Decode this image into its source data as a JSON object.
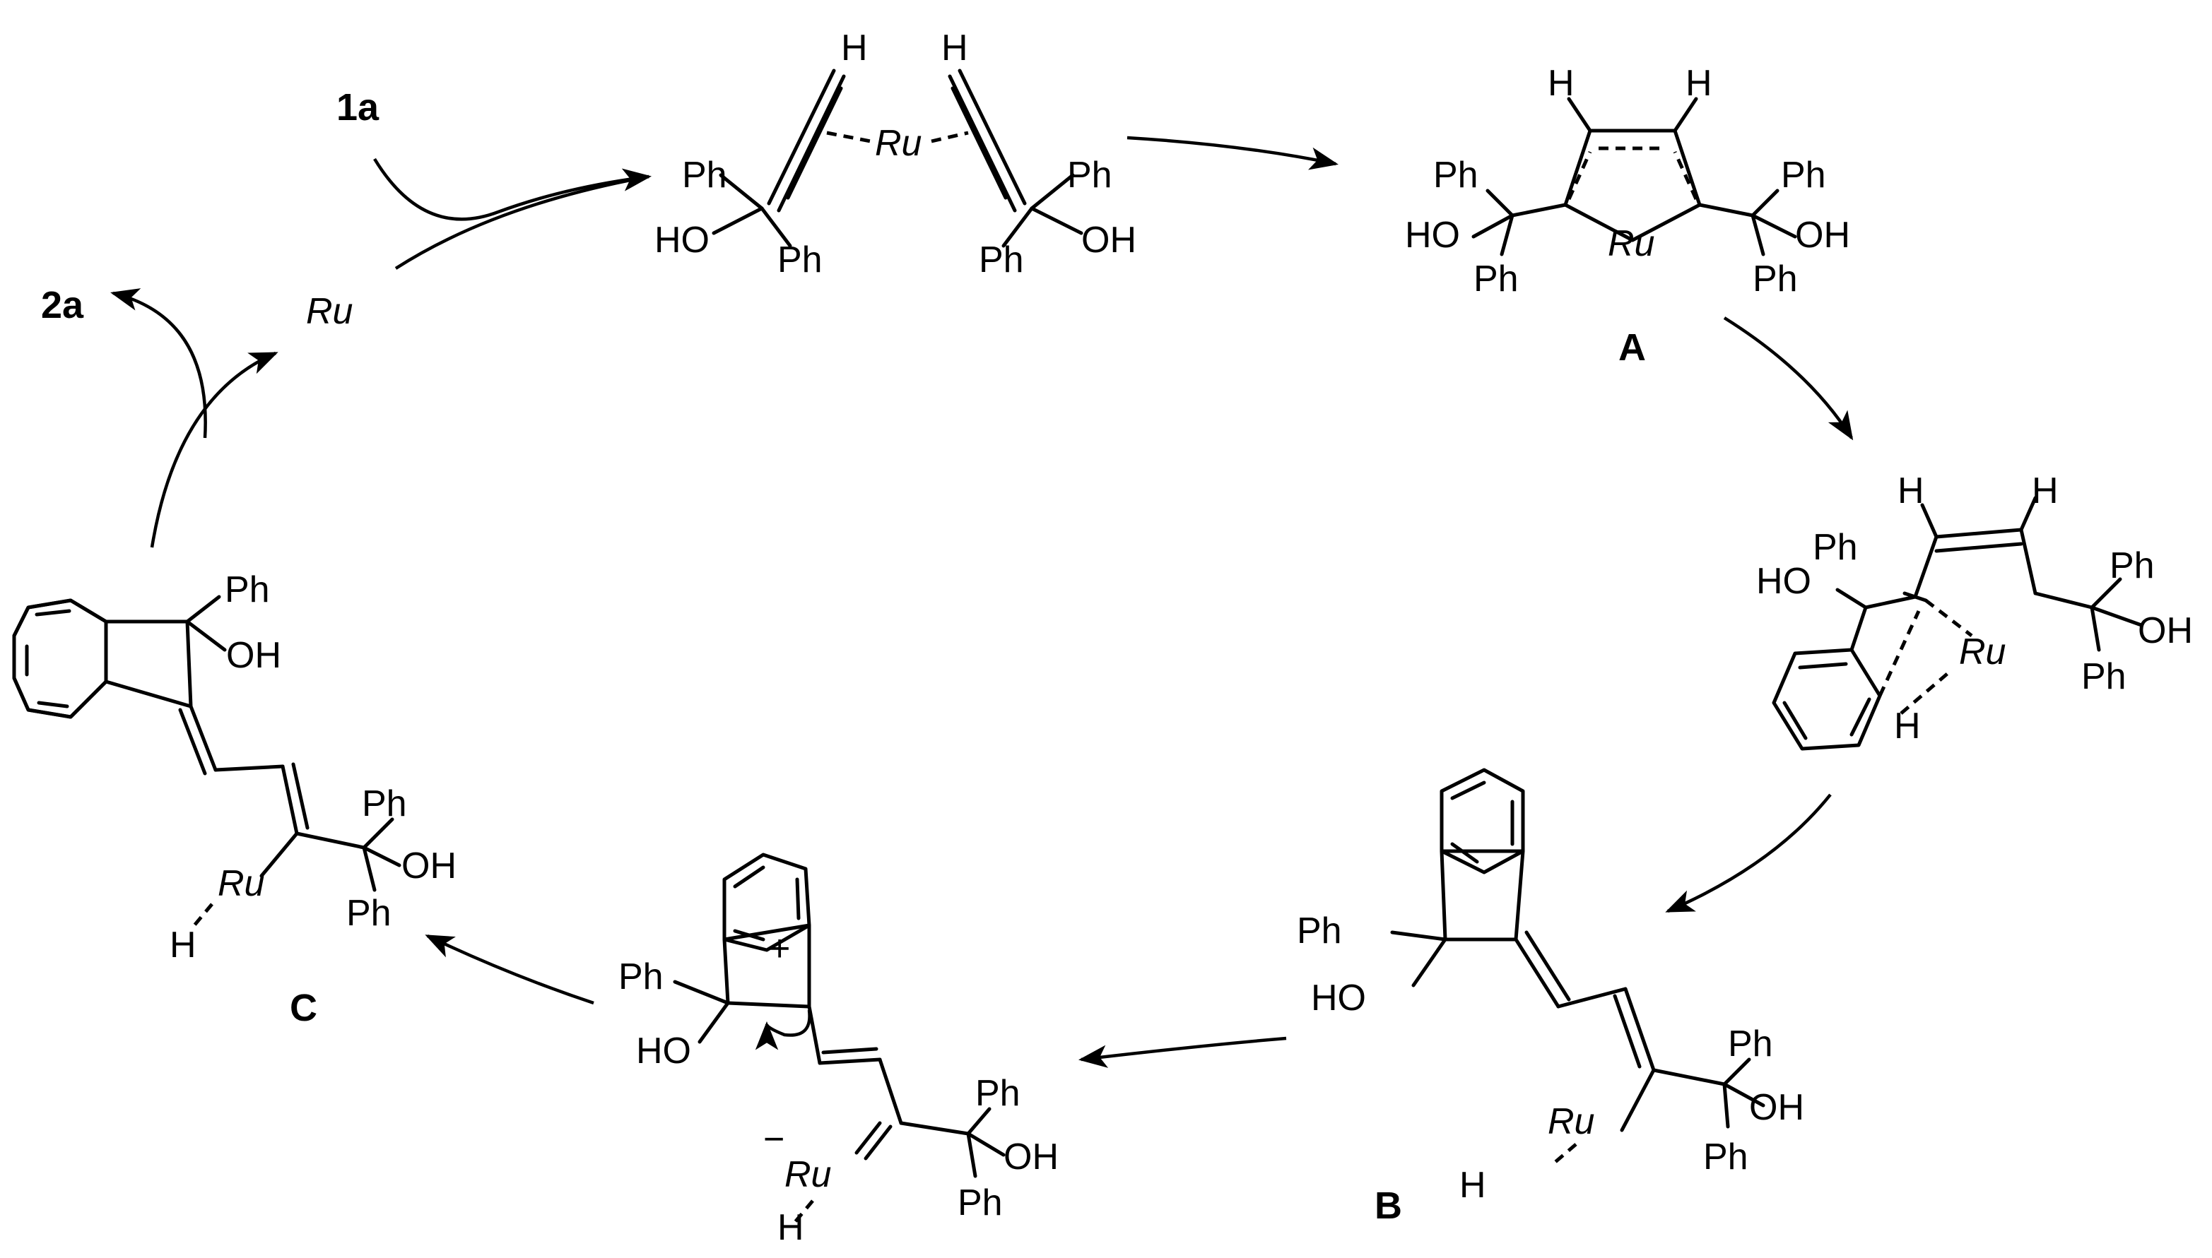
{
  "labels": {
    "reactant": "1a",
    "product": "2a",
    "catalyst": "Ru",
    "ph": "Ph",
    "ho": "HO",
    "oh": "OH",
    "h": "H",
    "plus": "+",
    "minus": "−",
    "intA": "A",
    "intB": "B",
    "intC": "C"
  }
}
